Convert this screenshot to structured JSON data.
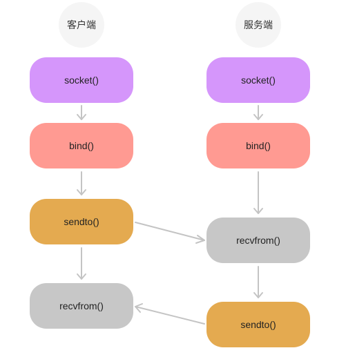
{
  "headers": {
    "client": "客户端",
    "server": "服务端"
  },
  "client_nodes": [
    {
      "label": "socket()",
      "color": "#d596fb"
    },
    {
      "label": "bind()",
      "color": "#ff9a92"
    },
    {
      "label": "sendto()",
      "color": "#e4aa50"
    },
    {
      "label": "recvfrom()",
      "color": "#c7c7c7"
    }
  ],
  "server_nodes": [
    {
      "label": "socket()",
      "color": "#d596fb"
    },
    {
      "label": "bind()",
      "color": "#ff9a92"
    },
    {
      "label": "recvfrom()",
      "color": "#c7c7c7"
    },
    {
      "label": "sendto()",
      "color": "#e4aa50"
    }
  ],
  "edge_color": "#c4c4c4"
}
